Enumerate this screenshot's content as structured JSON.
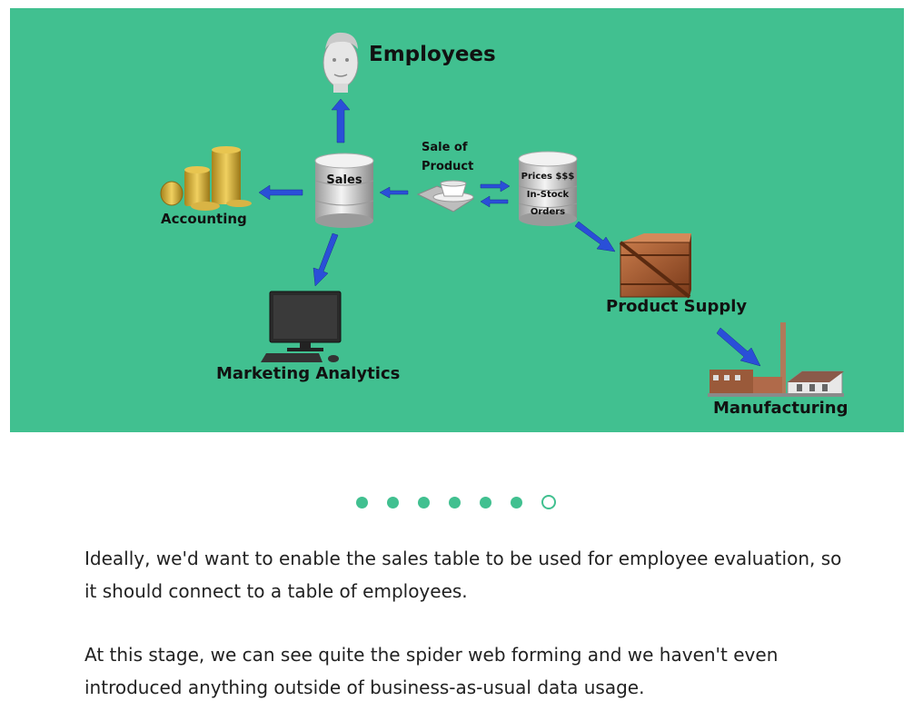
{
  "diagram": {
    "nodes": {
      "employees": "Employees",
      "sales": "Sales",
      "sale_of_product_line1": "Sale of",
      "sale_of_product_line2": "Product",
      "prices_db_line1": "Prices $$$",
      "prices_db_line2": "In-Stock",
      "prices_db_line3": "Orders",
      "accounting": "Accounting",
      "marketing_analytics": "Marketing Analytics",
      "product_supply": "Product Supply",
      "manufacturing": "Manufacturing"
    },
    "background_color": "#41c090",
    "arrow_color": "#2a4fd8"
  },
  "carousel": {
    "total": 7,
    "active_index": 7
  },
  "text": {
    "paragraph1": "Ideally, we'd want to enable the sales table to be used for employee evaluation, so it should connect to a table of employees.",
    "paragraph2": "At this stage, we can see quite the spider web forming and we haven't even introduced anything outside of business-as-usual data usage."
  }
}
